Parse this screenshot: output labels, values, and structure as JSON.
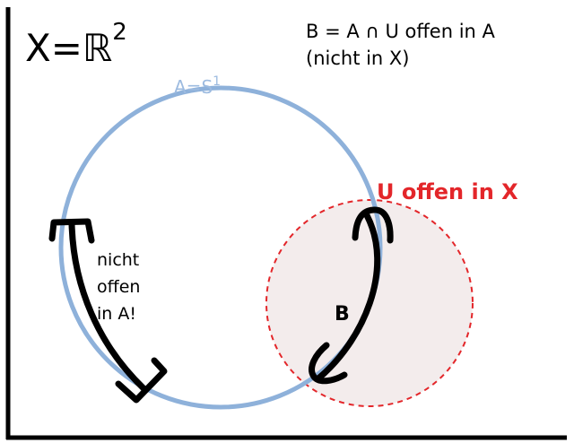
{
  "space_label": "X=ℝ",
  "space_exponent": "2",
  "statement": {
    "line1": "B = A ∩ U offen in A",
    "line2": "(nicht in X)"
  },
  "circle_label": "A=S",
  "circle_label_exponent": "1",
  "set_u_label": "U offen in X",
  "set_b_label": "B",
  "counterexample": {
    "line1": "nicht",
    "line2": "offen",
    "line3": "in A!"
  },
  "colors": {
    "circle": "#8eb1da",
    "circle_label": "#9dbbe0",
    "set_u_border": "#e3262a",
    "set_u_fill": "#f3ecec",
    "set_u_label": "#e3262a",
    "arcs": "#000000",
    "axes": "#000000"
  }
}
